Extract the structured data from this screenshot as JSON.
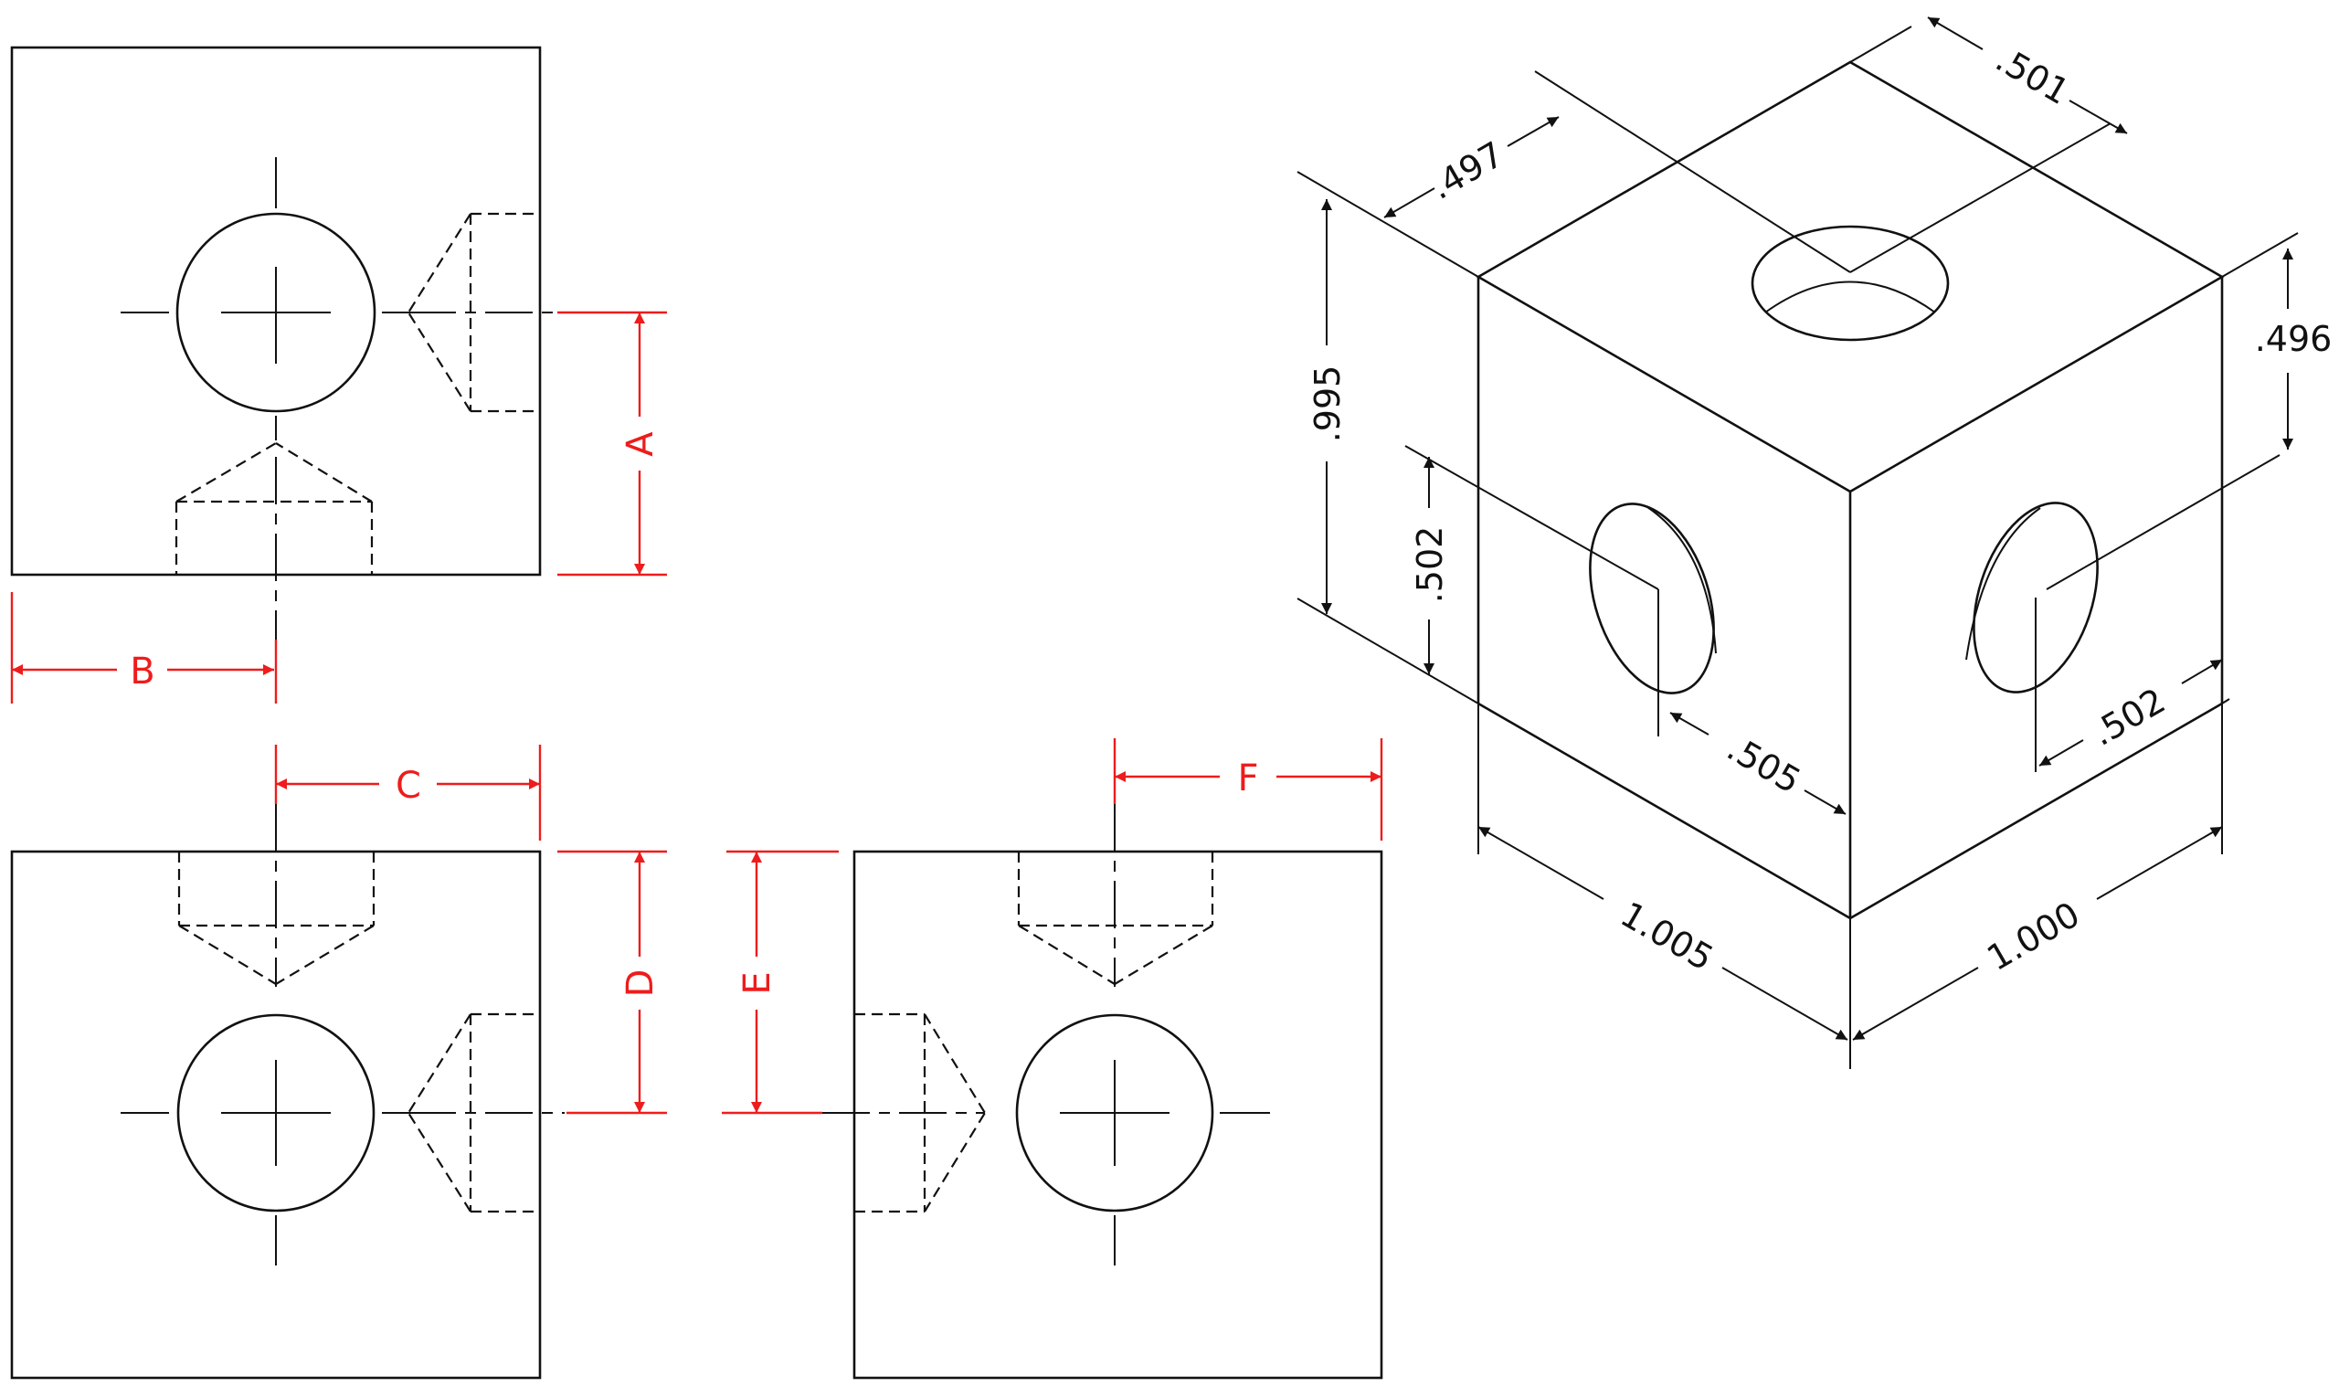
{
  "orthographic_labels": {
    "a": "A",
    "b": "B",
    "c": "C",
    "d": "D",
    "e": "E",
    "f": "F"
  },
  "isometric_dimensions": {
    "top_hole_width": ".501",
    "top_left_depth": ".497",
    "overall_height": ".995",
    "right_top_offset": ".496",
    "left_hole_height": ".502",
    "left_hole_offset": ".505",
    "right_hole_offset": ".502",
    "front_length": "1.005",
    "side_length": "1.000"
  },
  "colors": {
    "dimension_red": "#ee1c1c",
    "line_black": "#111111"
  }
}
